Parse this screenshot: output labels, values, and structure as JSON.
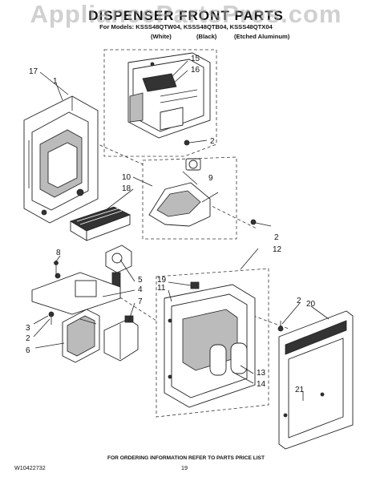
{
  "header": {
    "title": "DISPENSER FRONT PARTS",
    "models": "For Models: KSSS48QTW04, KSSS48QTB04, KSSS48QTX04",
    "variants": [
      "(White)",
      "(Black)",
      "(Etched Aluminum)"
    ]
  },
  "watermark": "AppliancePartsPros.com",
  "callouts": [
    "17",
    "1",
    "15",
    "16",
    "2",
    "10",
    "9",
    "18",
    "2",
    "12",
    "8",
    "5",
    "4",
    "19",
    "11",
    "7",
    "3",
    "2",
    "6",
    "2",
    "20",
    "13",
    "14",
    "21"
  ],
  "footer": {
    "note": "FOR ORDERING INFORMATION REFER TO PARTS PRICE LIST",
    "doc_number": "W10422732",
    "page_number": "19"
  }
}
